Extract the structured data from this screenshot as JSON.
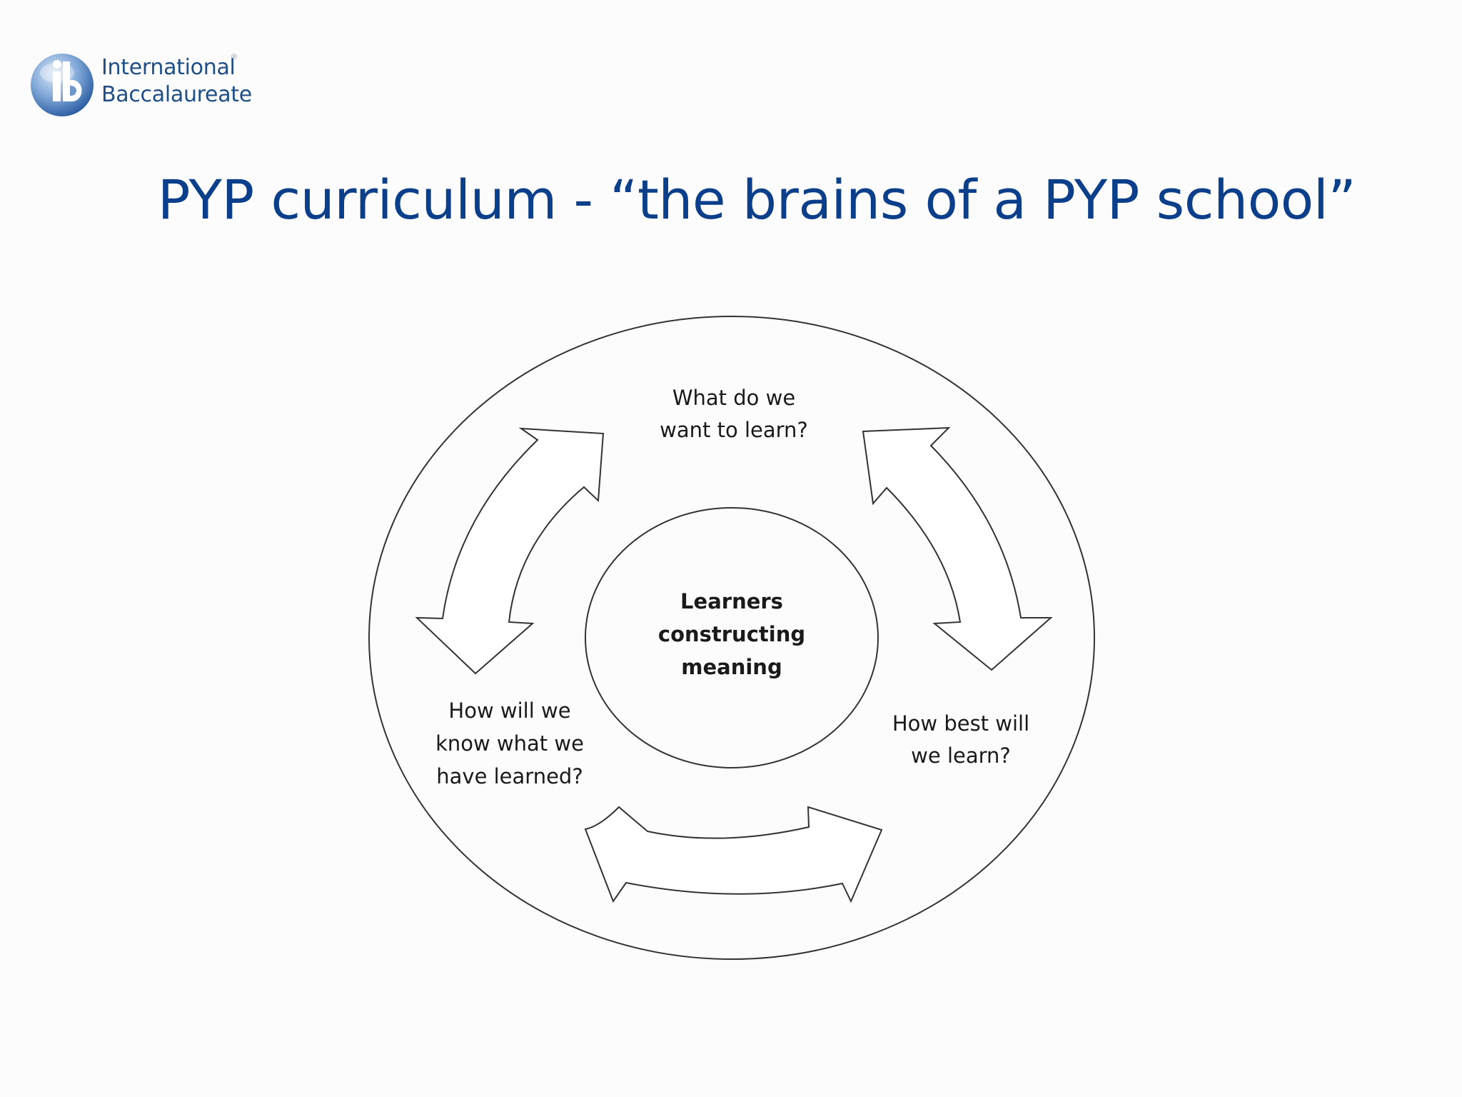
{
  "logo": {
    "line1": "International",
    "line2": "Baccalaureate",
    "mark": "ib-globe-icon",
    "registered": "®"
  },
  "title": "PYP curriculum - “the brains of a PYP school”",
  "diagram": {
    "center": [
      "Learners",
      "constructing",
      "meaning"
    ],
    "top": [
      "What do we",
      "want to learn?"
    ],
    "right": [
      "How best will",
      "we learn?"
    ],
    "left": [
      "How will we",
      "know what we",
      "have learned?"
    ]
  },
  "colors": {
    "title": "#0b3f8a",
    "logo_text": "#1f4f86",
    "line": "#333333",
    "background": "#fdfcfd"
  }
}
